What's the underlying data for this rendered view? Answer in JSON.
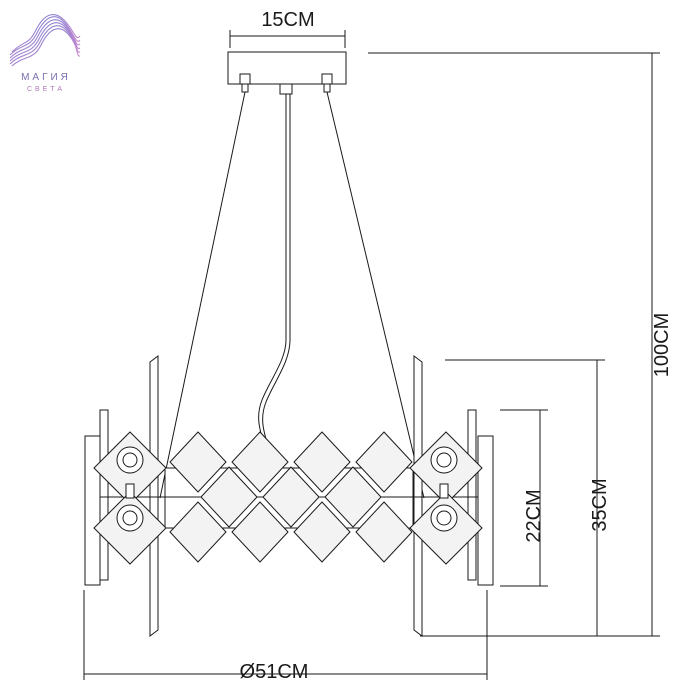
{
  "logo": {
    "name": "МАГИЯ",
    "sub": "СВЕТА",
    "icon": "wave-logo-icon"
  },
  "dimensions": {
    "canopy_width": "15CM",
    "total_height": "100CM",
    "body_height": "35CM",
    "inner_height": "22CM",
    "diameter": "Ø51CM"
  },
  "colors": {
    "line": "#1a1a1a",
    "fill_crystal": "#f0f0f0",
    "logo_a": "#7a6fb0",
    "logo_b": "#d184c8"
  }
}
